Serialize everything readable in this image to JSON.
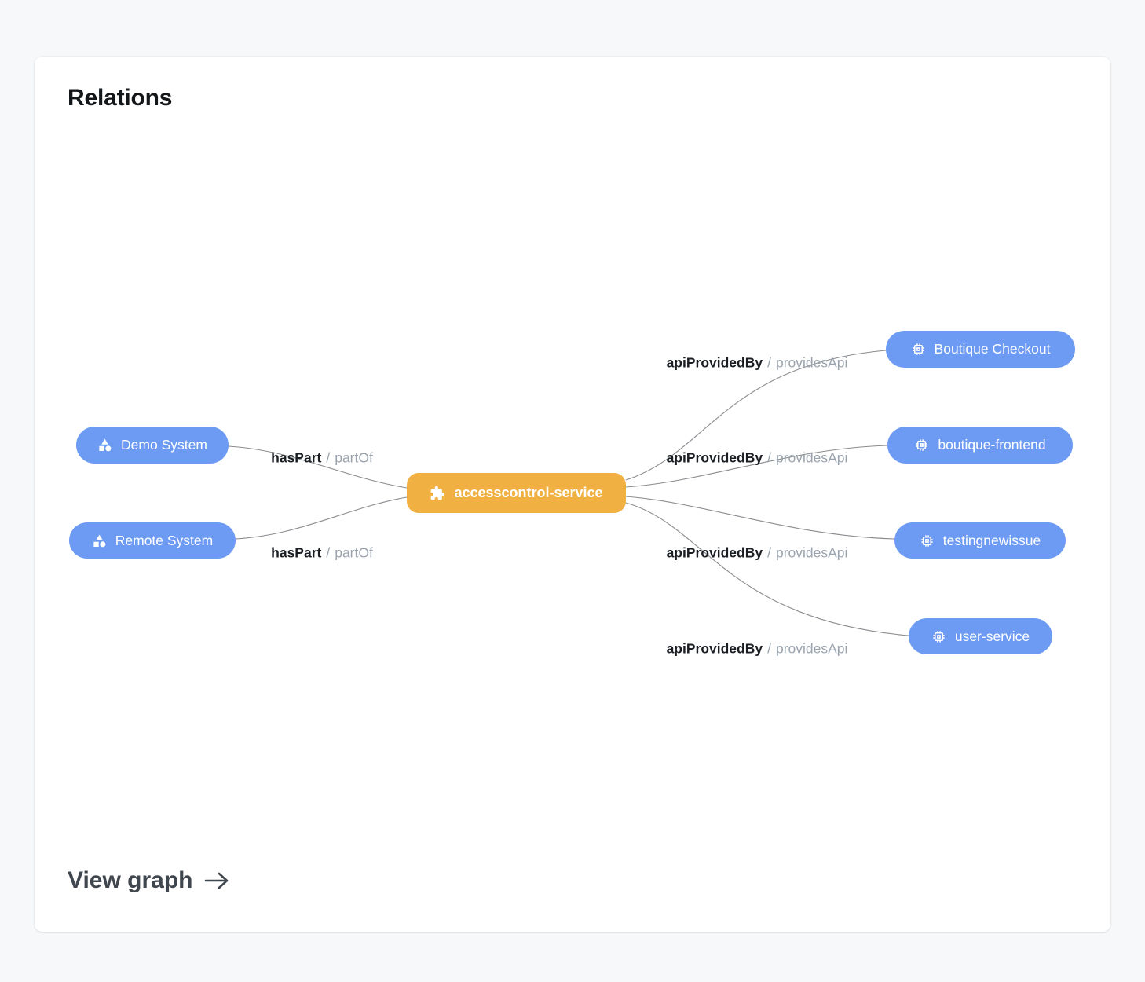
{
  "card": {
    "title": "Relations",
    "footer_link": "View graph"
  },
  "graph": {
    "nodes": {
      "center": {
        "label": "accesscontrol-service",
        "icon": "extension-puzzle-icon"
      },
      "left": [
        {
          "label": "Demo System",
          "icon": "system-icon"
        },
        {
          "label": "Remote System",
          "icon": "system-icon"
        }
      ],
      "right": [
        {
          "label": "Boutique Checkout",
          "icon": "api-chip-icon"
        },
        {
          "label": "boutique-frontend",
          "icon": "api-chip-icon"
        },
        {
          "label": "testingnewissue",
          "icon": "api-chip-icon"
        },
        {
          "label": "user-service",
          "icon": "api-chip-icon"
        }
      ]
    },
    "edges": [
      {
        "relation": "hasPart",
        "sep": "/",
        "inverse": "partOf"
      },
      {
        "relation": "hasPart",
        "sep": "/",
        "inverse": "partOf"
      },
      {
        "relation": "apiProvidedBy",
        "sep": "/",
        "inverse": "providesApi"
      },
      {
        "relation": "apiProvidedBy",
        "sep": "/",
        "inverse": "providesApi"
      },
      {
        "relation": "apiProvidedBy",
        "sep": "/",
        "inverse": "providesApi"
      },
      {
        "relation": "apiProvidedBy",
        "sep": "/",
        "inverse": "providesApi"
      }
    ]
  },
  "colors": {
    "entity_node_blue": "#6d9bf3",
    "primary_node_orange": "#f1b142",
    "edge_line": "#74787d",
    "edge_label_primary": "#1b1f24",
    "edge_label_secondary": "#9aa3ae",
    "page_background": "#f6f8fa"
  }
}
